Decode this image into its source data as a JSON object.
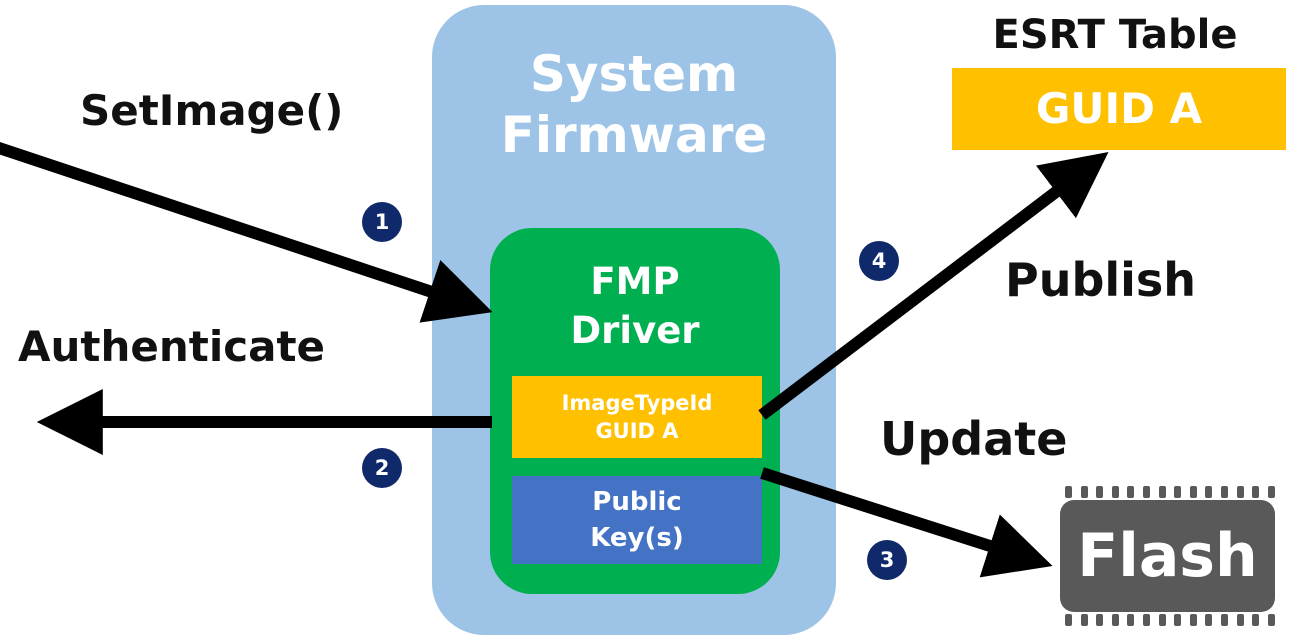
{
  "system_firmware": {
    "title_line1": "System",
    "title_line2": "Firmware"
  },
  "fmp_driver": {
    "title_line1": "FMP",
    "title_line2": "Driver",
    "image_type_id": {
      "line1": "ImageTypeId",
      "line2": "GUID A"
    },
    "public_keys": {
      "line1": "Public",
      "line2": "Key(s)"
    }
  },
  "esrt": {
    "title": "ESRT Table",
    "entry": "GUID A"
  },
  "flash": {
    "label": "Flash"
  },
  "actions": {
    "set_image": "SetImage()",
    "authenticate": "Authenticate",
    "publish": "Publish",
    "update": "Update"
  },
  "steps": [
    "1",
    "2",
    "3",
    "4"
  ],
  "colors": {
    "system_firmware": "#9dc3e6",
    "fmp_driver": "#00b050",
    "guid_box": "#ffc000",
    "public_key_box": "#4472c4",
    "step_badge": "#10296a",
    "flash_chip": "#595959"
  }
}
